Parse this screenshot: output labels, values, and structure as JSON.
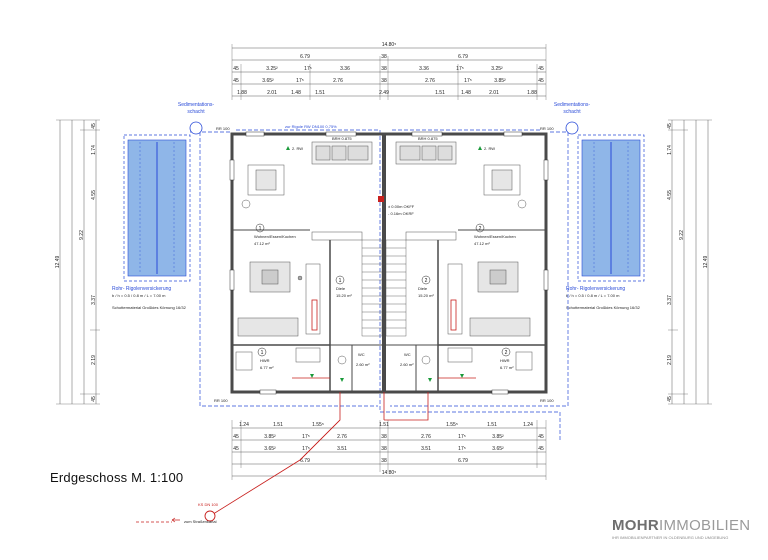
{
  "drawing": {
    "title": "Erdgeschoss M. 1:100",
    "total_width": "14.80⁵"
  },
  "dims_top": {
    "row1": [
      "6.79",
      "38",
      "6.79"
    ],
    "row2": [
      "45",
      "3.25²",
      "17⁵",
      "3.36",
      "38",
      "3.36",
      "17⁵",
      "3.25²",
      "45"
    ],
    "row3": [
      "45",
      "3.65²",
      "17⁵",
      "2.76",
      "38",
      "2.76",
      "17⁵",
      "3.85²",
      "45"
    ],
    "row4": [
      "1.88",
      "2.01",
      "1.48",
      "1.51",
      "2.49",
      "1.51",
      "1.48",
      "2.01",
      "1.88"
    ]
  },
  "dims_bottom": {
    "row1": [
      "1.24",
      "1.51",
      "1.55⁵",
      "1.51",
      "1.55⁵",
      "1.51",
      "1.24"
    ],
    "row2": [
      "45",
      "3.85²",
      "17⁵",
      "2.76",
      "38",
      "2.76",
      "17⁵",
      "3.85²",
      "45"
    ],
    "row3": [
      "45",
      "3.65²",
      "17⁵",
      "3.51",
      "38",
      "3.51",
      "17⁵",
      "3.65²",
      "45"
    ],
    "row4": [
      "6.79",
      "38",
      "6.79"
    ]
  },
  "dims_left": [
    "45",
    "1.74",
    "4.55",
    "9.22",
    "12.49",
    "3.37",
    "2.19",
    "45"
  ],
  "dims_right": [
    "45",
    "1.74",
    "4.55",
    "9.22",
    "12.49",
    "3.37",
    "2.19",
    "45"
  ],
  "annotations": {
    "sed_left": "Sedimentations-\nschacht",
    "sed_right": "Sedimentations-\nschacht",
    "rigolen_left": "Rohr- Rigolenversickerung",
    "rigolen_right": "Rohr- Rigolenversickerung",
    "rigolen_detail": "b / h = 0.5 / 0.8 m / L = 7.00 m",
    "rigolen_detail2": "Schottermaterial Großkies Körnung 16/32",
    "rr_left": "RR 100",
    "rr_right": "RR 100",
    "rr_bottom_left": "RR 100",
    "rr_bottom_right": "RR 100",
    "rigole_top_label": "zur Rigole RW DN100 0,75%",
    "level1": "± 0.00m OKFF",
    "level2": "- 0.16m OKRF",
    "ks_label": "KS DN 100",
    "street": "zum Straßenkanal",
    "brh_top1": "BRH 0.875",
    "brh_top2": "BRH 0.875"
  },
  "rooms_left": {
    "r1_num": "1",
    "r1_name": "Wohnen/Essen/Kochen",
    "r1_area": "47.12 m²",
    "r2_num": "1",
    "r2_name": "Diele",
    "r2_area": "15.20 m²",
    "r3_num": "1",
    "r3_name": "HWR",
    "r3_area": "6.77 m²",
    "wc": "WC",
    "wc_area": "2.60 m²",
    "stair": "2. RW"
  },
  "rooms_right": {
    "r1_num": "2",
    "r1_name": "Wohnen/Essen/Kochen",
    "r1_area": "47.12 m²",
    "r2_num": "2",
    "r2_name": "Diele",
    "r2_area": "15.20 m²",
    "r3_num": "2",
    "r3_name": "HWR",
    "r3_area": "6.77 m²",
    "wc": "WC",
    "wc_area": "2.60 m²",
    "stair": "2. RW"
  },
  "logo": {
    "bold": "MOHR",
    "light": "IMMOBILIEN",
    "sub": "IHR IMMOBILIENPARTNER IN OLDENBURG UND UMGEBUNG"
  },
  "colors": {
    "wall": "#555555",
    "blue": "#2a4bd8",
    "red": "#c8201e",
    "rigolen_fill": "#8fb6e8"
  }
}
